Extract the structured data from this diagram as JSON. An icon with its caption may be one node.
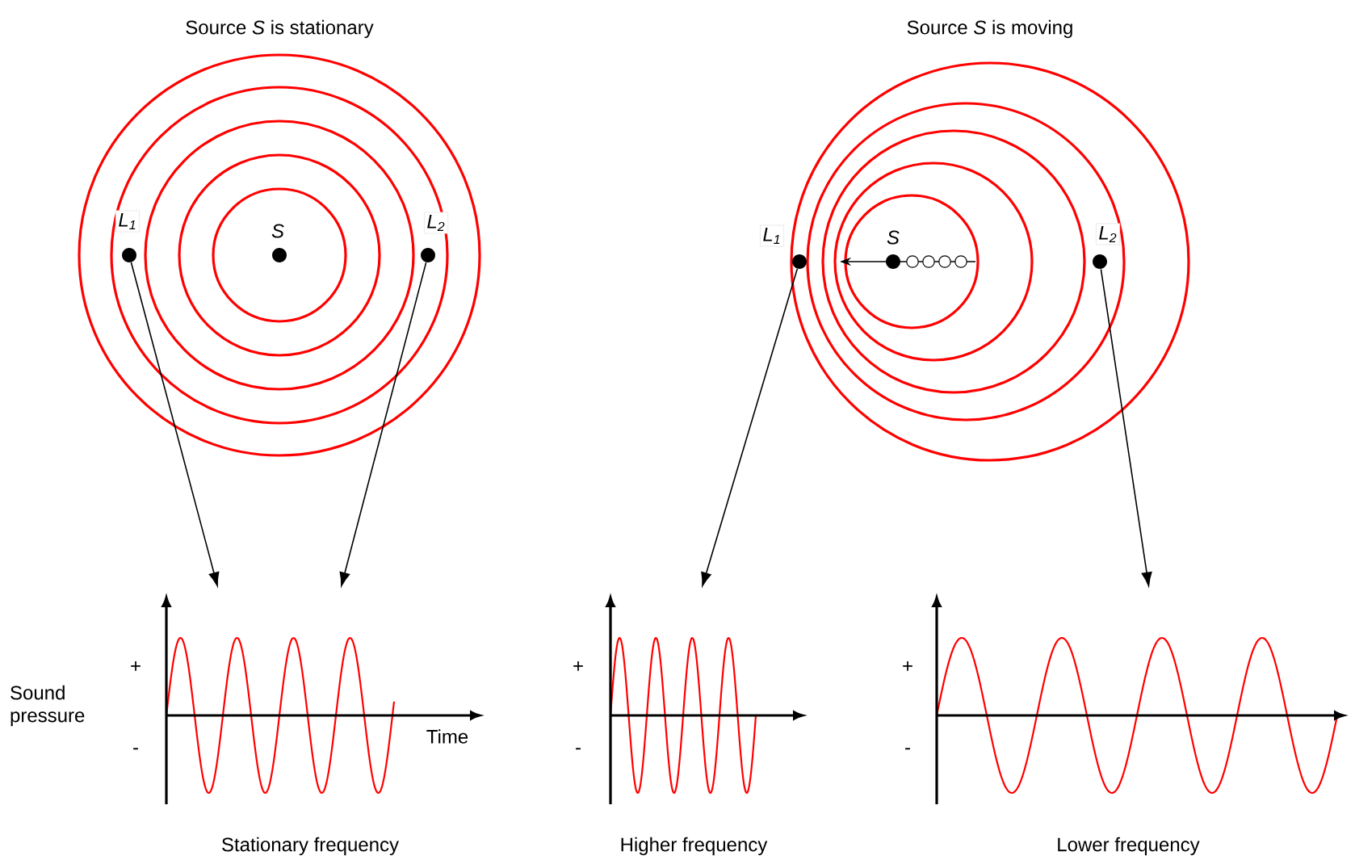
{
  "diagram": {
    "nodes": [
      {
        "text": [
          "L$_{1}$"
        ]
      },
      {
        "text": [
          "L$_{2}$"
        ]
      },
      {
        "text": [],
        "shape": "picture",
        "beside": [
          "Stationary frequency"
        ]
      },
      {
        "text": [
          "L$_{1}$"
        ]
      },
      {
        "text": [
          "L$_{2}$"
        ]
      },
      {
        "text": [],
        "shape": "picture",
        "beside": [
          "Higher frequency"
        ]
      },
      {
        "text": [],
        "shape": "picture",
        "beside": [
          "Lower frequency"
        ]
      }
    ],
    "edges": [
      {
        "from": 0,
        "to": 2,
        "arrow": "to"
      },
      {
        "from": 1,
        "to": 2,
        "arrow": "to"
      },
      {
        "from": 3,
        "to": 5,
        "arrow": "to"
      },
      {
        "from": 4,
        "to": 6,
        "arrow": "to"
      }
    ],
    "labels": [
      "Source *S* is stationary",
      "Source *S* is moving",
      "S",
      "S",
      "+",
      "Sound pressure",
      "-",
      "Time",
      "+",
      "-",
      "+",
      "-"
    ]
  }
}
